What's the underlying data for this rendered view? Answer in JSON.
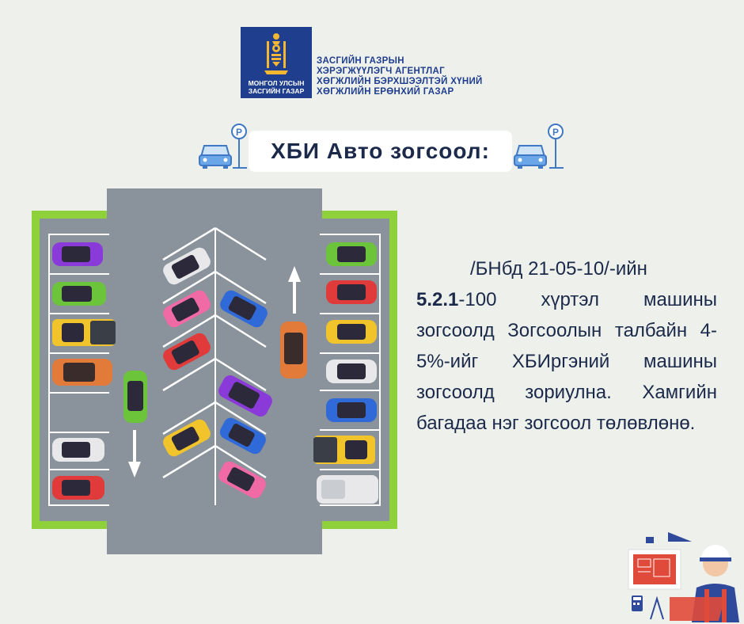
{
  "header": {
    "logo_line1": "МОНГОЛ УЛСЫН",
    "logo_line2": "ЗАСГИЙН ГАЗАР",
    "agency_lines": [
      "ЗАСГИЙН ГАЗРЫН",
      "ХЭРЭГЖҮҮЛЭГЧ АГЕНТЛАГ",
      "ХӨГЖЛИЙН БЭРХШЭЭЛТЭЙ ХҮНИЙ",
      "ХӨГЖЛИЙН ЕРӨНХИЙ ГАЗАР"
    ]
  },
  "title": "ХБИ Авто зогсоол:",
  "body": {
    "reference": "/БНбд 21-05-10/-ийн",
    "clause": "5.2.1",
    "paragraph": "-100 хүртэл машины зогсоолд Зогсоолын талбайн 4-5%-ийг ХБИргэний машины зогсоолд зориулна. Хамгийн багадаа нэг зогсоол төлөвлөнө."
  },
  "colors": {
    "brand_blue": "#1f3e8e",
    "text_dark": "#1b2a4a",
    "asphalt": "#8a939b",
    "curb_green": "#8fd13a",
    "icon_blue": "#6aa6e8"
  },
  "icons": [
    "state-emblem-icon",
    "parking-sign-icon",
    "parked-car-icon",
    "engineer-illustration-icon"
  ]
}
